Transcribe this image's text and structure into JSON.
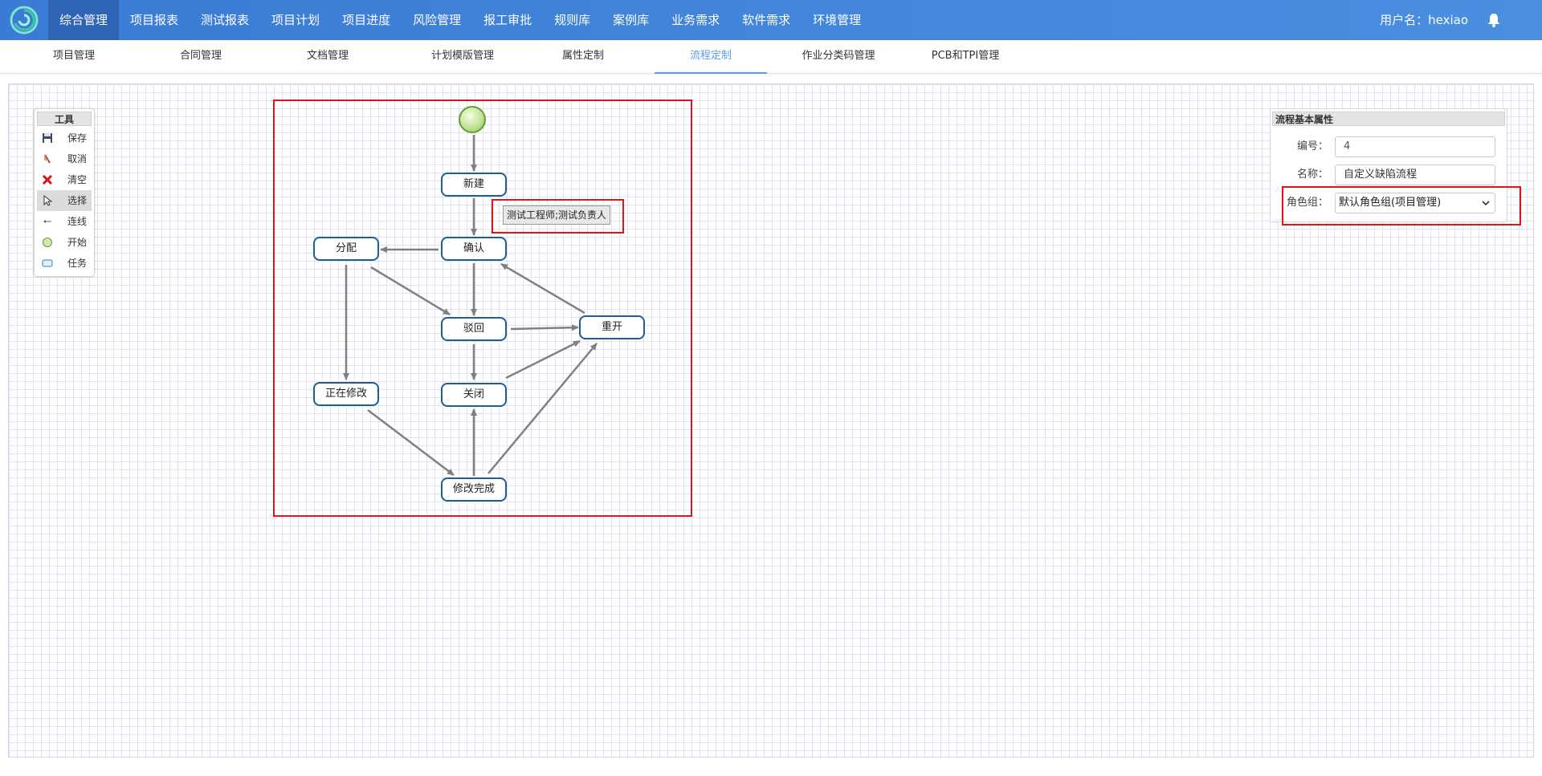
{
  "nav": {
    "items": [
      {
        "label": "综合管理",
        "active": true
      },
      {
        "label": "项目报表"
      },
      {
        "label": "测试报表"
      },
      {
        "label": "项目计划"
      },
      {
        "label": "项目进度"
      },
      {
        "label": "风险管理"
      },
      {
        "label": "报工审批"
      },
      {
        "label": "规则库"
      },
      {
        "label": "案例库"
      },
      {
        "label": "业务需求"
      },
      {
        "label": "软件需求"
      },
      {
        "label": "环境管理"
      }
    ],
    "user_label": "用户名：hexiao",
    "logo_icon": "swirl-logo-icon",
    "bell_icon": "bell-icon"
  },
  "subtabs": [
    {
      "label": "项目管理"
    },
    {
      "label": "合同管理"
    },
    {
      "label": "文档管理"
    },
    {
      "label": "计划模版管理"
    },
    {
      "label": "属性定制"
    },
    {
      "label": "流程定制",
      "active": true
    },
    {
      "label": "作业分类码管理"
    },
    {
      "label": "PCB和TPI管理"
    }
  ],
  "toolbox": {
    "title": "工具",
    "tools": [
      {
        "label": "保存",
        "icon": "save-icon"
      },
      {
        "label": "取消",
        "icon": "undo-icon"
      },
      {
        "label": "清空",
        "icon": "clear-icon"
      },
      {
        "label": "选择",
        "icon": "pointer-icon",
        "selected": true
      },
      {
        "label": "连线",
        "icon": "connector-icon"
      },
      {
        "label": "开始",
        "icon": "start-icon"
      },
      {
        "label": "任务",
        "icon": "task-icon"
      }
    ]
  },
  "workflow": {
    "nodes": {
      "new": "新建",
      "confirm": "确认",
      "assign": "分配",
      "reject": "驳回",
      "reopen": "重开",
      "fixing": "正在修改",
      "close": "关闭",
      "fixed": "修改完成"
    },
    "edge_label": "测试工程师;测试负责人"
  },
  "properties": {
    "title": "流程基本属性",
    "id_label": "编号：",
    "id_value": "4",
    "name_label": "名称：",
    "name_value": "自定义缺陷流程",
    "role_label": "角色组：",
    "role_value": "默认角色组(项目管理)"
  },
  "colors": {
    "nav_bg": "#3a7bd5",
    "nav_active": "#2f63b3",
    "subtab_active": "#5a9de6",
    "node_border": "#1d5e95",
    "highlight": "#e01414"
  }
}
